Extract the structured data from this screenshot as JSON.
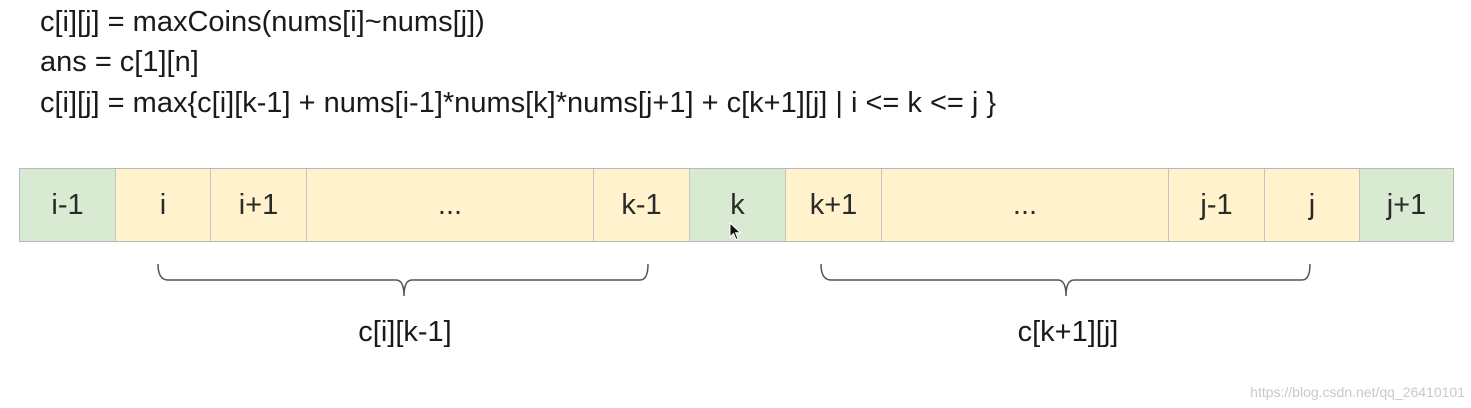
{
  "formulas": [
    "c[i][j] = maxCoins(nums[i]~nums[j])",
    "ans = c[1][n]",
    "c[i][j] = max{c[i][k-1] + nums[i-1]*nums[k]*nums[j+1] + c[k+1][j] | i <= k <= j }"
  ],
  "cells": [
    {
      "label": "i-1",
      "kind": "green"
    },
    {
      "label": "i",
      "kind": "yellow"
    },
    {
      "label": "i+1",
      "kind": "yellow"
    },
    {
      "label": "...",
      "kind": "yellow"
    },
    {
      "label": "k-1",
      "kind": "yellow"
    },
    {
      "label": "k",
      "kind": "green"
    },
    {
      "label": "k+1",
      "kind": "yellow"
    },
    {
      "label": "...",
      "kind": "yellow"
    },
    {
      "label": "j-1",
      "kind": "yellow"
    },
    {
      "label": "j",
      "kind": "yellow"
    },
    {
      "label": "j+1",
      "kind": "green"
    }
  ],
  "brace_labels": {
    "left": "c[i][k-1]",
    "right": "c[k+1][j]"
  },
  "colors": {
    "green": "#d9ead3",
    "yellow": "#fff2cc"
  },
  "watermark": "https://blog.csdn.net/qq_26410101",
  "icons": {
    "cursor": "mouse-pointer-icon"
  }
}
